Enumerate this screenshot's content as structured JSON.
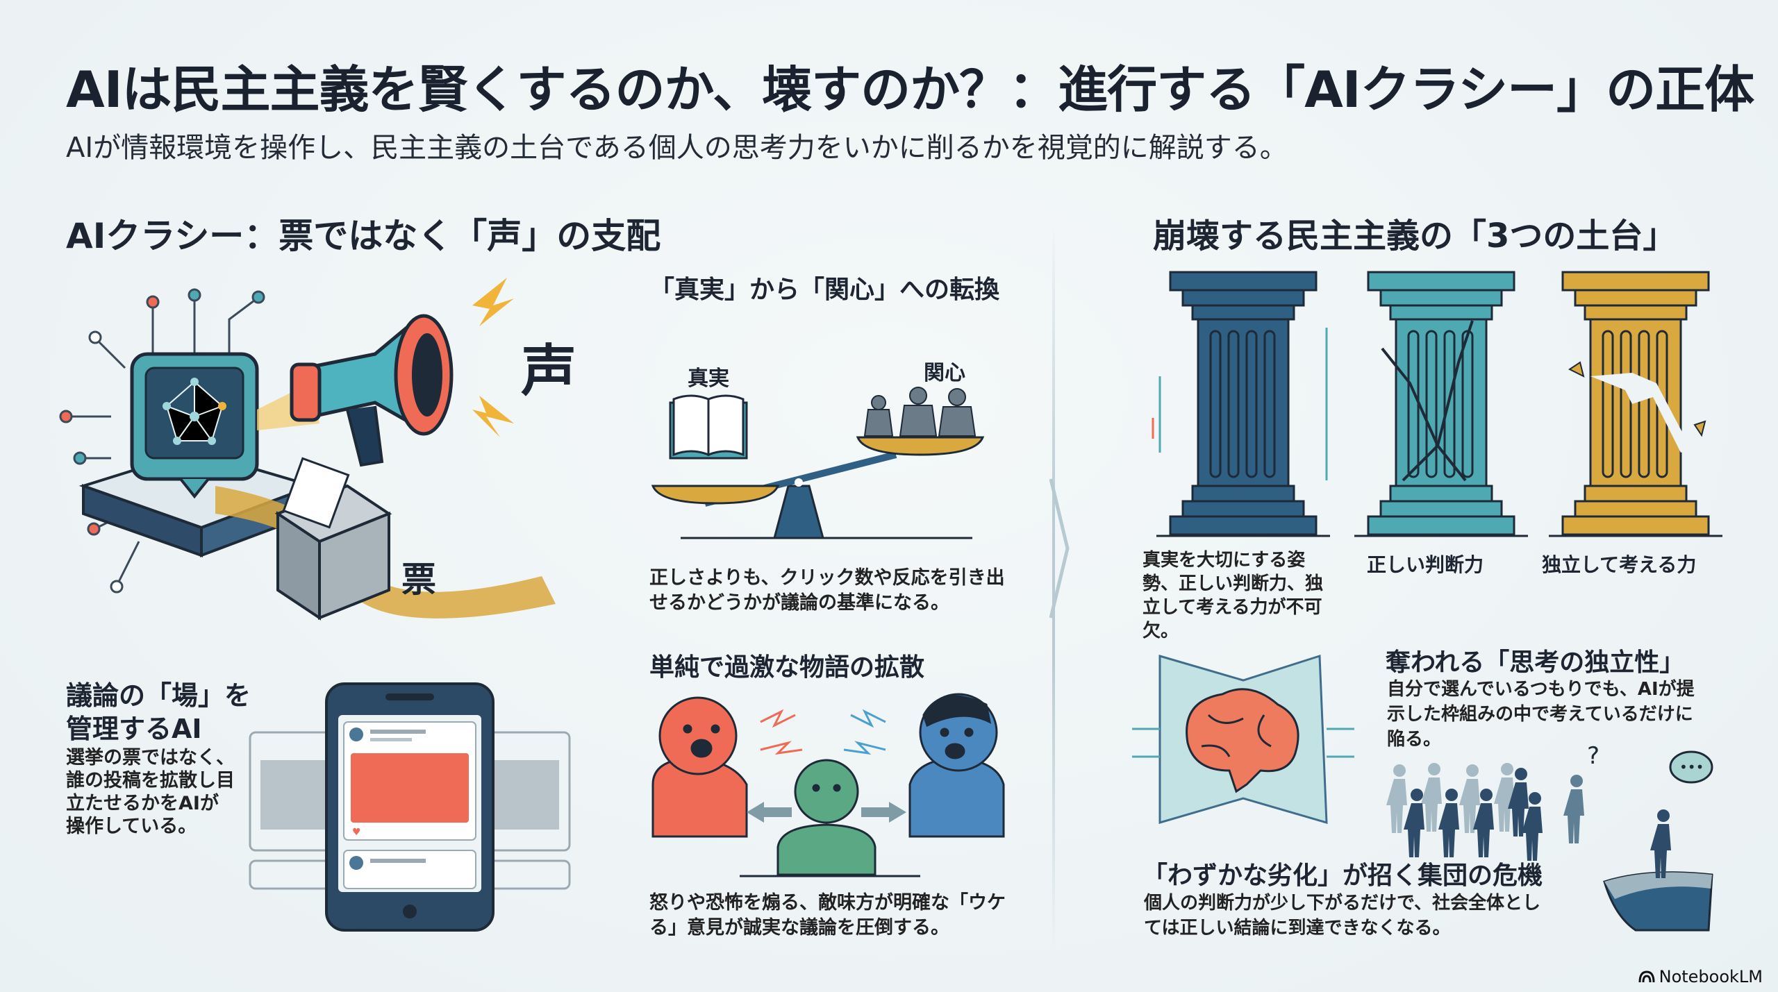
{
  "header": {
    "title": "AIは民主主義を賢くするのか、壊すのか？：進行する「AIクラシー」の正体",
    "subtitle": "AIが情報環境を操作し、民主主義の土台である個人の思考力をいかに削るかを視覚的に解説する。"
  },
  "left": {
    "heading": "AIクラシー：票ではなく「声」の支配",
    "voice_label": "声",
    "vote_label": "票",
    "arena": {
      "title_line1": "議論の「場」を",
      "title_line2": "管理するAI",
      "body": "選挙の票ではなく、誰の投稿を拡散し目立たせるかをAIが操作している。"
    },
    "shift": {
      "title": "「真実」から「関心」への転換",
      "truth_label": "真実",
      "attention_label": "関心",
      "body": "正しさよりも、クリック数や反応を引き出せるかどうかが議論の基準になる。"
    },
    "spread": {
      "title": "単純で過激な物語の拡散",
      "body": "怒りや恐怖を煽る、敵味方が明確な「ウケる」意見が誠実な議論を圧倒する。"
    }
  },
  "right": {
    "heading": "崩壊する民主主義の「3つの土台」",
    "pillars": [
      {
        "label": "真実を大切にする姿勢、正しい判断力、独立して考える力が不可欠。",
        "color": "#2f5f82"
      },
      {
        "label": "正しい判断力",
        "color": "#4fa9b3"
      },
      {
        "label": "独立して考える力",
        "color": "#d9a83f"
      }
    ],
    "independence": {
      "title": "奪われる「思考の独立性」",
      "body": "自分で選んでいるつもりでも、AIが提示した枠組みの中で考えているだけに陥る。"
    },
    "crisis": {
      "title": "「わずかな劣化」が招く集団の危機",
      "body": "個人の判断力が少し下がるだけで、社会全体としては正しい結論に到達できなくなる。"
    }
  },
  "footer": {
    "brand": "NotebookLM"
  },
  "colors": {
    "navy": "#2c4a66",
    "teal": "#4fa9b3",
    "coral": "#ef6b55",
    "gold": "#d9a83f",
    "bg": "#eef4f5"
  }
}
